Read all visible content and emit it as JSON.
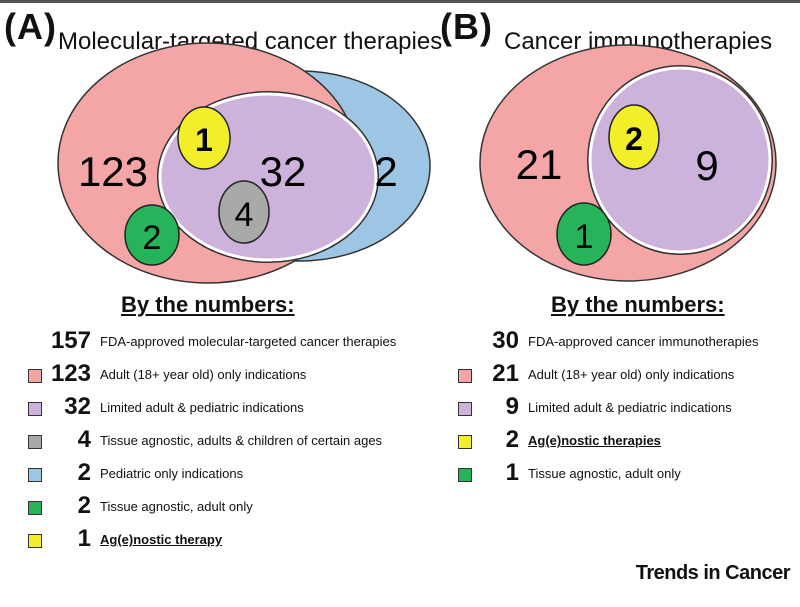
{
  "panel_a": {
    "letter": "(A)",
    "title": "Molecular-targeted cancer therapies",
    "venn": {
      "adult_only": "123",
      "limited": "32",
      "pediatric": "2",
      "agnostic_yellow": "1",
      "tissue_gray": "4",
      "tissue_green": "2"
    },
    "heading": "By the numbers:",
    "legend": [
      {
        "value": "157",
        "text": "FDA-approved molecular-targeted cancer therapies",
        "color": "",
        "underline": false
      },
      {
        "value": "123",
        "text": "Adult (18+ year old) only indications",
        "color": "#f4a6a6",
        "underline": false
      },
      {
        "value": "32",
        "text": "Limited adult & pediatric indications",
        "color": "#cdb3dc",
        "underline": false
      },
      {
        "value": "4",
        "text": "Tissue agnostic, adults & children of certain ages",
        "color": "#a9a9a9",
        "underline": false
      },
      {
        "value": "2",
        "text": "Pediatric only indications",
        "color": "#9cc6e4",
        "underline": false
      },
      {
        "value": "2",
        "text": "Tissue agnostic, adult only",
        "color": "#27b35a",
        "underline": false
      },
      {
        "value": "1",
        "text": "Ag(e)nostic therapy",
        "color": "#f2ee2a",
        "underline": true
      }
    ]
  },
  "panel_b": {
    "letter": "(B)",
    "title": "Cancer immunotherapies",
    "venn": {
      "adult_only": "21",
      "limited": "9",
      "agnostic_yellow": "2",
      "tissue_green": "1"
    },
    "heading": "By the numbers:",
    "legend": [
      {
        "value": "30",
        "text": "FDA-approved cancer immunotherapies",
        "color": "",
        "underline": false
      },
      {
        "value": "21",
        "text": "Adult (18+ year old) only indications",
        "color": "#f4a6a6",
        "underline": false
      },
      {
        "value": "9",
        "text": "Limited adult & pediatric indications",
        "color": "#cdb3dc",
        "underline": false
      },
      {
        "value": "2",
        "text": "Ag(e)nostic therapies",
        "color": "#f2ee2a",
        "underline": true
      },
      {
        "value": "1",
        "text": "Tissue agnostic, adult only",
        "color": "#27b35a",
        "underline": false
      }
    ]
  },
  "brand": "Trends in Cancer",
  "colors": {
    "adult": "#f4a6a6",
    "limited": "#cdb3dc",
    "pediatric": "#9cc6e4",
    "yellow": "#f2ee2a",
    "gray": "#a9a9a9",
    "green": "#27b35a"
  }
}
